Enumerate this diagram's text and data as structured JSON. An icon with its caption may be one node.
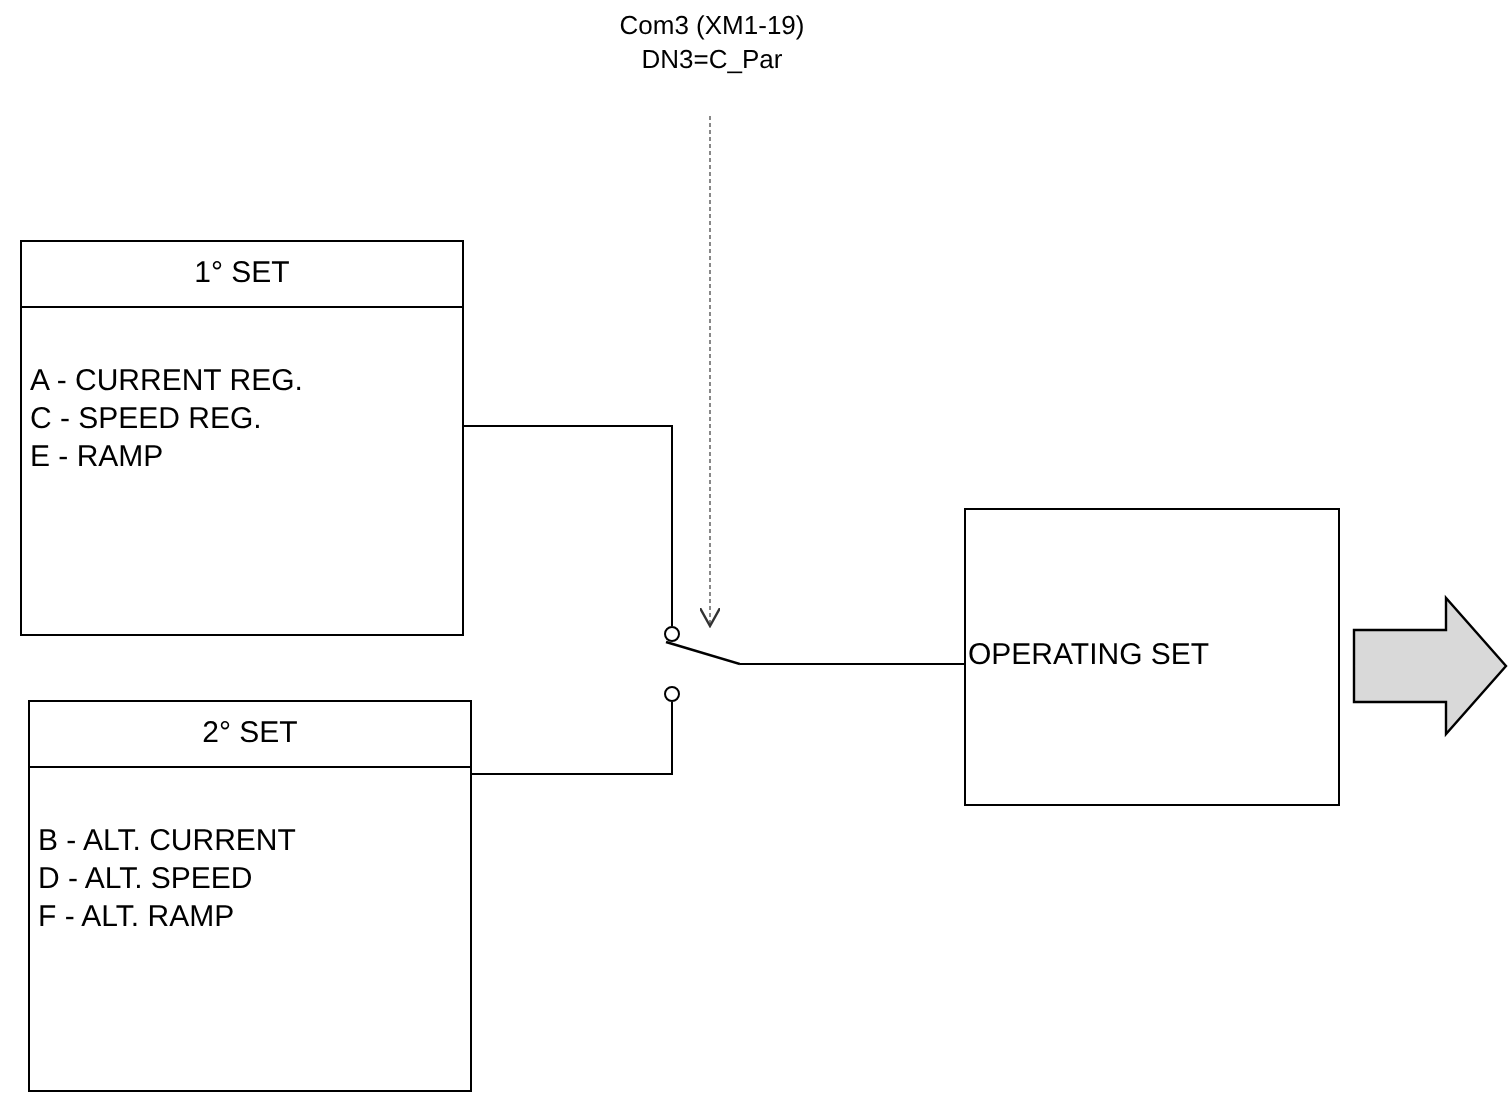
{
  "diagram": {
    "nodes": [
      {
        "text": [
          "1° SET",
          "A - CURRENT REG.",
          "C - SPEED REG.",
          "E - RAMP"
        ]
      },
      {
        "text": [
          "2° SET",
          "B - ALT. CURRENT",
          "D - ALT. SPEED",
          "F - ALT. RAMP"
        ]
      },
      {
        "text": [
          "Com3 (XM1-19)",
          "DN3=C_Par"
        ]
      },
      {
        "text": [],
        "shape": "switch"
      },
      {
        "text": [
          "OPERATING SET"
        ]
      }
    ],
    "edges": [
      {
        "from": 0,
        "to": 3,
        "arrow": "none"
      },
      {
        "from": 1,
        "to": 3,
        "arrow": "none"
      },
      {
        "from": 2,
        "to": 3,
        "arrow": "to",
        "style": "dashed",
        "color": "#888888"
      },
      {
        "from": 3,
        "to": 4,
        "arrow": "none"
      },
      {
        "from": 4,
        "to": null,
        "arrow": "to",
        "style": "thick",
        "color": "#d9d9d9"
      }
    ]
  }
}
